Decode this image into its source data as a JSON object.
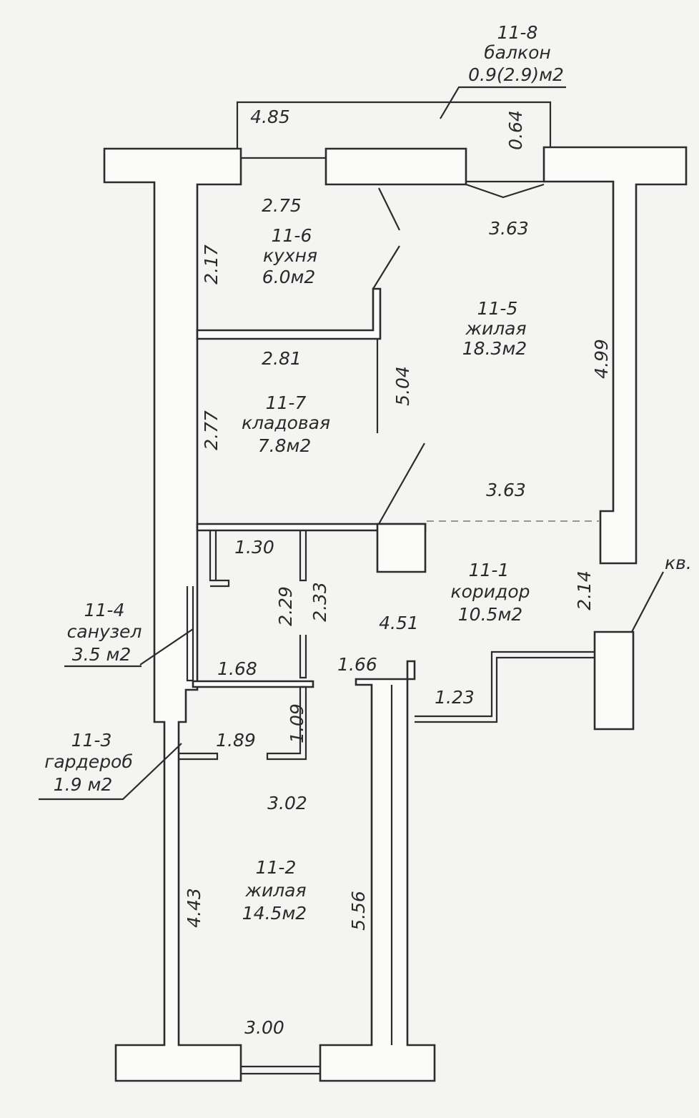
{
  "rooms": {
    "r11_8": {
      "id": "11-8",
      "name": "балкон",
      "area": "0.9(2.9)м2"
    },
    "r11_6": {
      "id": "11-6",
      "name": "кухня",
      "area": "6.0м2"
    },
    "r11_5": {
      "id": "11-5",
      "name": "жилая",
      "area": "18.3м2"
    },
    "r11_7": {
      "id": "11-7",
      "name": "кладовая",
      "area": "7.8м2"
    },
    "r11_1": {
      "id": "11-1",
      "name": "коридор",
      "area": "10.5м2"
    },
    "r11_4": {
      "id": "11-4",
      "name": "санузел",
      "area": "3.5 м2"
    },
    "r11_3": {
      "id": "11-3",
      "name": "гардероб",
      "area": "1.9 м2"
    },
    "r11_2": {
      "id": "11-2",
      "name": "жилая",
      "area": "14.5м2"
    }
  },
  "dims": {
    "balcony_len": "4.85",
    "balcony_depth": "0.64",
    "kitchen_w": "2.75",
    "kitchen_h": "2.17",
    "living1_top": "3.63",
    "living1_bottom": "3.63",
    "living1_h": "4.99",
    "partition": "5.04",
    "pantry_w": "2.81",
    "pantry_h": "2.77",
    "bath_top": "1.30",
    "bath_h": "2.29",
    "bath_h2": "2.33",
    "bath_bottom": "1.68",
    "corridor_len": "4.51",
    "corridor_h": "2.14",
    "corridor_step": "1.66",
    "corridor_exit": "1.23",
    "wardrobe_w": "1.89",
    "wardrobe_h": "1.09",
    "living2_top": "3.02",
    "living2_left": "4.43",
    "living2_right": "5.56",
    "living2_bottom": "3.00"
  },
  "apartment_label": "кв."
}
